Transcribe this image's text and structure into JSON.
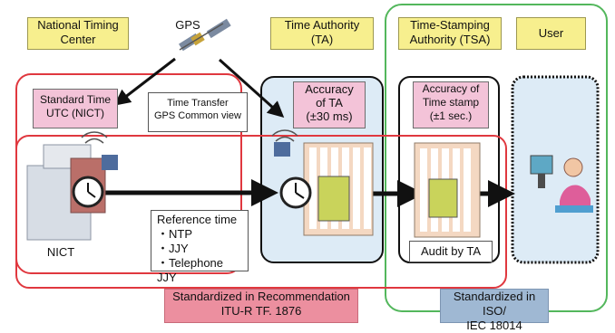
{
  "headers": {
    "national_timing_center": "National Timing\nCenter",
    "time_authority": "Time Authority\n(TA)",
    "tsa": "Time-Stamping\nAuthority (TSA)",
    "user": "User"
  },
  "gps_label": "GPS",
  "time_transfer": "Time Transfer\nGPS Common view",
  "standard_time": "Standard Time\nUTC (NICT)",
  "ta_accuracy": "Accuracy\nof TA\n(±30 ms)",
  "tsa_accuracy": "Accuracy of\nTime stamp\n(±1 sec.)",
  "reference_time": {
    "title": "Reference time",
    "items": [
      "NTP",
      "JJY",
      "Telephone JJY"
    ]
  },
  "nict_label": "NICT",
  "audit_label": "Audit by TA",
  "standards": {
    "itu": "Standardized in Recommendation\nITU-R TF. 1876",
    "iso": "Standardized in ISO/\nIEC 18014"
  },
  "colors": {
    "red": "#e0383f",
    "green": "#53b75c",
    "header_yellow": "#f7ef8e",
    "pink": "#f3c3d8",
    "blue_fill": "#ddebf6",
    "itu_bg": "#ec8f9f",
    "iso_bg": "#9fb8d3"
  }
}
